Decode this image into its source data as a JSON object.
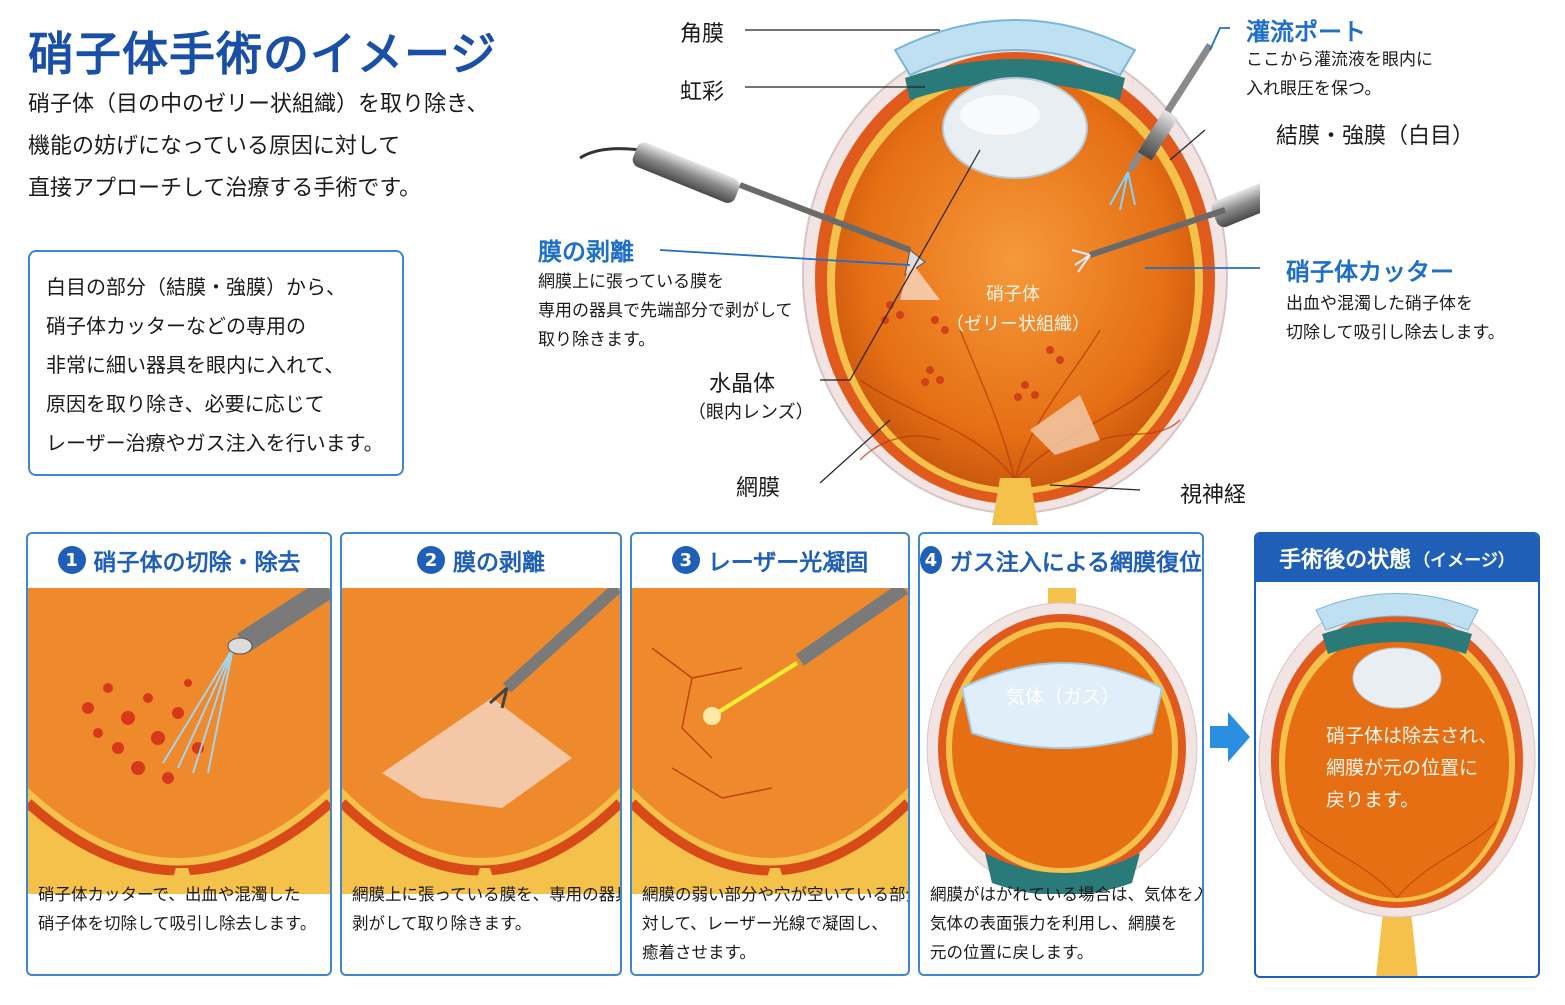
{
  "title": "硝子体手術のイメージ",
  "intro": [
    "硝子体（目の中のゼリー状組織）を取り除き、",
    "機能の妨げになっている原因に対して",
    "直接アプローチして治療する手術です。"
  ],
  "infobox": [
    "白目の部分（結膜・強膜）から、",
    "硝子体カッターなどの専用の",
    "非常に細い器具を眼内に入れて、",
    "原因を取り除き、必要に応じて",
    "レーザー治療やガス注入を行います。"
  ],
  "anatomy": {
    "cornea": "角膜",
    "iris": "虹彩",
    "lens": "水晶体",
    "lens_sub": "（眼内レンズ）",
    "retina": "網膜",
    "optic_nerve": "視神経",
    "conjunctiva": "結膜・強膜（白目）",
    "vitreous": "硝子体",
    "vitreous_sub": "（ゼリー状組織）"
  },
  "callouts": {
    "port_title": "灌流ポート",
    "port_desc": [
      "ここから灌流液を眼内に",
      "入れ眼圧を保つ。"
    ],
    "peel_title": "膜の剥離",
    "peel_desc": [
      "網膜上に張っている膜を",
      "専用の器具で先端部分で剥がして",
      "取り除きます。"
    ],
    "cutter_title": "硝子体カッター",
    "cutter_desc": [
      "出血や混濁した硝子体を",
      "切除して吸引し除去します。"
    ]
  },
  "steps": [
    {
      "num": "1",
      "title": "硝子体の切除・除去",
      "caption": [
        "硝子体カッターで、出血や混濁した",
        "硝子体を切除して吸引し除去します。"
      ]
    },
    {
      "num": "2",
      "title": "膜の剥離",
      "caption": [
        "網膜上に張っている膜を、専用の器具で",
        "剥がして取り除きます。"
      ]
    },
    {
      "num": "3",
      "title": "レーザー光凝固",
      "caption": [
        "網膜の弱い部分や穴が空いている部分に",
        "対して、レーザー光線で凝固し、",
        "癒着させます。"
      ]
    },
    {
      "num": "4",
      "title": "ガス注入による網膜復位",
      "gas_label": "気体（ガス）",
      "caption": [
        "網膜がはがれている場合は、気体を入れて、",
        "気体の表面張力を利用し、網膜を",
        "元の位置に戻します。"
      ]
    }
  ],
  "after": {
    "title": "手術後の状態",
    "title_sub": "（イメージ）",
    "text": [
      "硝子体は除去され、",
      "網膜が元の位置に",
      "戻ります。"
    ]
  },
  "colors": {
    "accent": "#1f5fb8",
    "border": "#3f88cf",
    "eye_orange": "#e8741c"
  }
}
